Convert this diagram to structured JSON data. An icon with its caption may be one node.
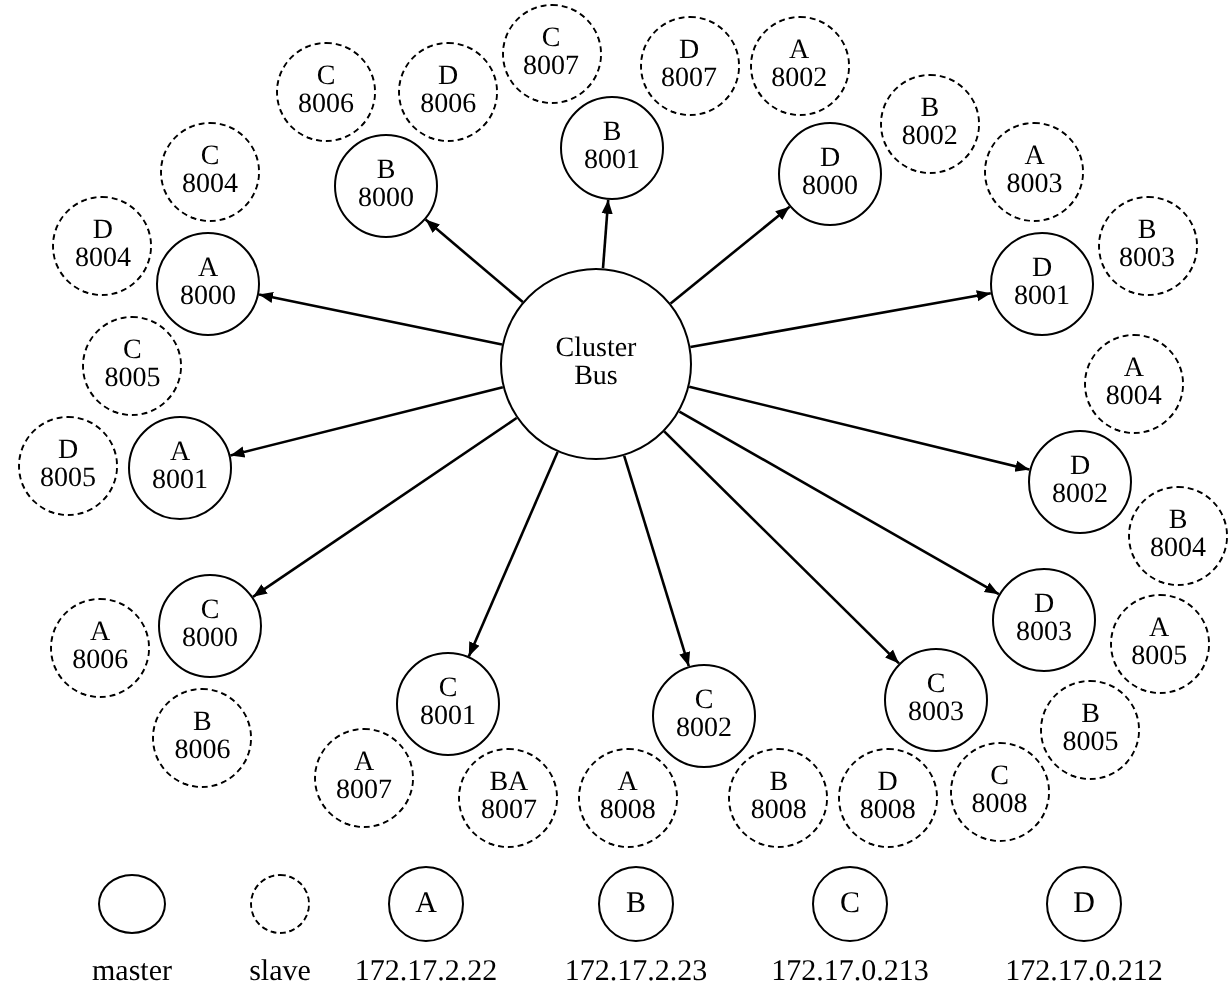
{
  "diagram": {
    "nodes": [
      {
        "text": [
          "Cluster Bus"
        ]
      },
      {
        "text": [
          "A 8000"
        ]
      },
      {
        "text": [
          "C 8004"
        ]
      },
      {
        "text": [
          "D 8004"
        ]
      },
      {
        "text": [
          "B 8000"
        ]
      },
      {
        "text": [
          "C 8006"
        ]
      },
      {
        "text": [
          "D 8006"
        ]
      },
      {
        "text": [
          "B 8001"
        ]
      },
      {
        "text": [
          "C 8007"
        ]
      },
      {
        "text": [
          "D 8007"
        ]
      },
      {
        "text": [
          "D 8000"
        ]
      },
      {
        "text": [
          "A 8002"
        ]
      },
      {
        "text": [
          "B 8002"
        ]
      },
      {
        "text": [
          "D 8001"
        ]
      },
      {
        "text": [
          "A 8003"
        ]
      },
      {
        "text": [
          "B 8003"
        ]
      },
      {
        "text": [
          "D 8002"
        ]
      },
      {
        "text": [
          "A 8004"
        ]
      },
      {
        "text": [
          "B 8004"
        ]
      },
      {
        "text": [
          "D 8003"
        ]
      },
      {
        "text": [
          "A 8005"
        ]
      },
      {
        "text": [
          "B 8005"
        ]
      },
      {
        "text": [
          "C 8003"
        ]
      },
      {
        "text": [
          "D 8008"
        ]
      },
      {
        "text": [
          "C 8008"
        ]
      },
      {
        "text": [
          "C 8002"
        ]
      },
      {
        "text": [
          "A 8008"
        ]
      },
      {
        "text": [
          "B 8008"
        ]
      },
      {
        "text": [
          "C 8001"
        ]
      },
      {
        "text": [
          "A 8007"
        ]
      },
      {
        "text": [
          "BA 8007"
        ]
      },
      {
        "text": [
          "C 8000"
        ]
      },
      {
        "text": [
          "A 8006"
        ]
      },
      {
        "text": [
          "B 8006"
        ]
      },
      {
        "text": [
          "A 8001"
        ]
      },
      {
        "text": [
          "C 8005"
        ]
      },
      {
        "text": [
          "D 8005"
        ]
      }
    ],
    "edges": [
      {
        "from": 0,
        "to": 1,
        "arrow": "to"
      },
      {
        "from": 0,
        "to": 4,
        "arrow": "to"
      },
      {
        "from": 0,
        "to": 7,
        "arrow": "to"
      },
      {
        "from": 0,
        "to": 10,
        "arrow": "to"
      },
      {
        "from": 0,
        "to": 13,
        "arrow": "to"
      },
      {
        "from": 0,
        "to": 16,
        "arrow": "to"
      },
      {
        "from": 0,
        "to": 19,
        "arrow": "to"
      },
      {
        "from": 0,
        "to": 22,
        "arrow": "to"
      },
      {
        "from": 0,
        "to": 25,
        "arrow": "to"
      },
      {
        "from": 0,
        "to": 28,
        "arrow": "to"
      },
      {
        "from": 0,
        "to": 31,
        "arrow": "to"
      },
      {
        "from": 0,
        "to": 34,
        "arrow": "to"
      }
    ],
    "labels": [
      "A",
      "B",
      "C",
      "D"
    ],
    "legend": [
      {
        "text": "master"
      },
      {
        "text": "slave"
      },
      {
        "text": "172.17.2.22"
      },
      {
        "text": "172.17.2.23"
      },
      {
        "text": "172.17.0.213"
      },
      {
        "text": "172.17.0.212"
      }
    ]
  }
}
